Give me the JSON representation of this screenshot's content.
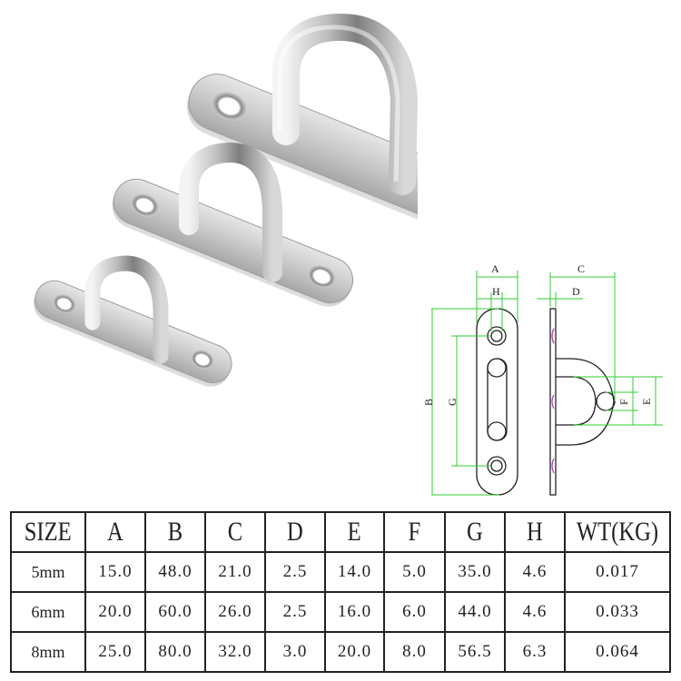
{
  "product_image": {
    "description": "three stainless steel pad eyes (small, medium, large)",
    "items": [
      "small-pad-eye",
      "medium-pad-eye",
      "large-pad-eye"
    ]
  },
  "diagram": {
    "labels": {
      "A": "A",
      "H": "H",
      "B": "B",
      "G": "G",
      "C": "C",
      "D": "D",
      "F": "F",
      "E": "E"
    },
    "colors": {
      "dimension_line": "#33cc33",
      "outline": "#222222",
      "rivet": "#b040b0"
    }
  },
  "spec_table": {
    "headers": [
      "SIZE",
      "A",
      "B",
      "C",
      "D",
      "E",
      "F",
      "G",
      "H",
      "WT(KG)"
    ],
    "rows": [
      {
        "size": "5mm",
        "A": "15.0",
        "B": "48.0",
        "C": "21.0",
        "D": "2.5",
        "E": "14.0",
        "F": "5.0",
        "G": "35.0",
        "H": "4.6",
        "WT": "0.017"
      },
      {
        "size": "6mm",
        "A": "20.0",
        "B": "60.0",
        "C": "26.0",
        "D": "2.5",
        "E": "16.0",
        "F": "6.0",
        "G": "44.0",
        "H": "4.6",
        "WT": "0.033"
      },
      {
        "size": "8mm",
        "A": "25.0",
        "B": "80.0",
        "C": "32.0",
        "D": "3.0",
        "E": "20.0",
        "F": "8.0",
        "G": "56.5",
        "H": "6.3",
        "WT": "0.064"
      }
    ]
  }
}
